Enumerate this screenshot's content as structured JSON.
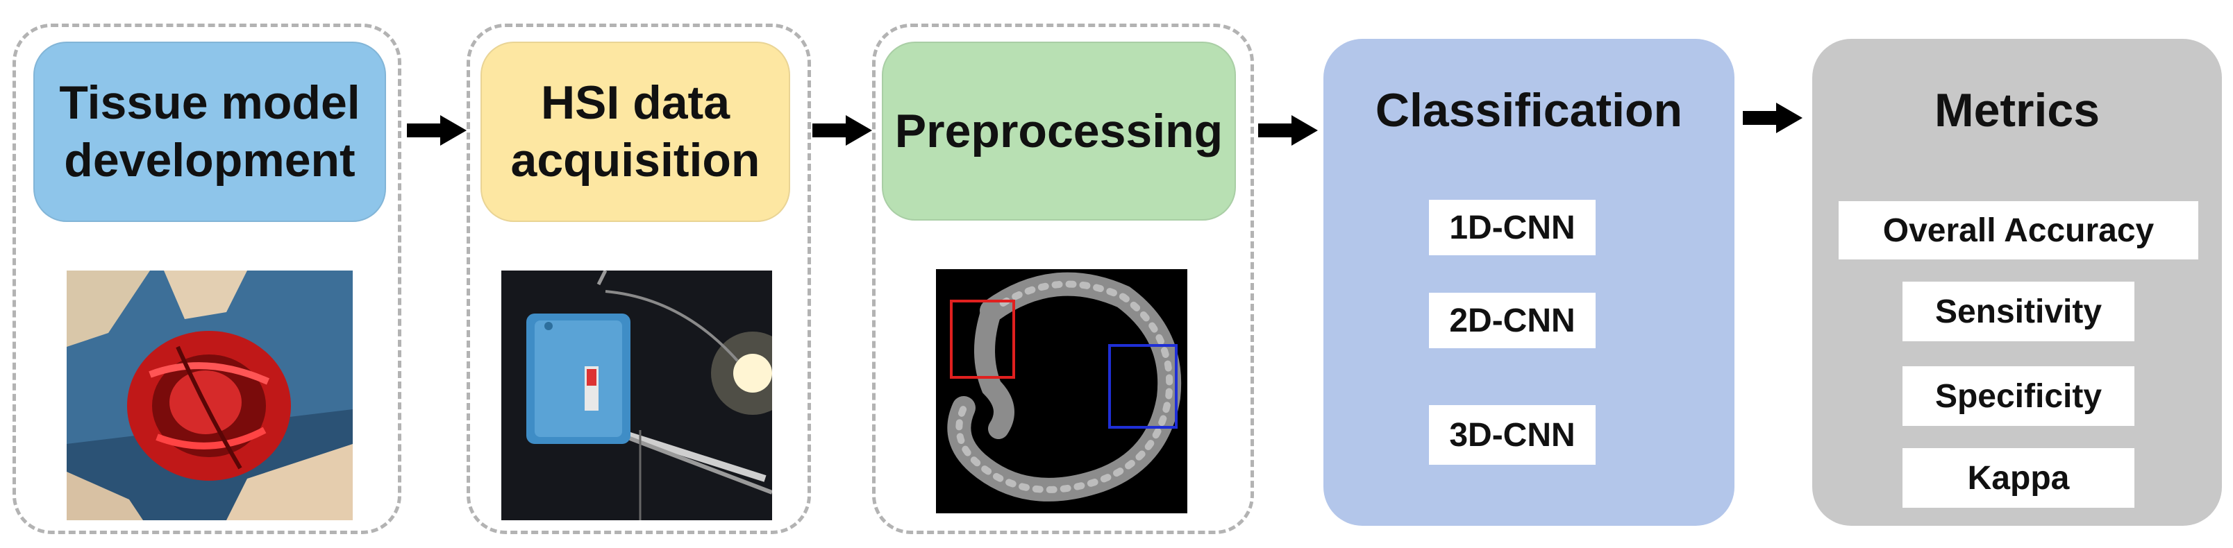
{
  "stages": [
    {
      "label": "Tissue model development",
      "color": "#8ec5ea"
    },
    {
      "label": "HSI data acquisition",
      "color": "#fde7a2"
    },
    {
      "label": "Preprocessing",
      "color": "#b8e0b3"
    }
  ],
  "classification": {
    "title": "Classification",
    "color": "#b3c6ea",
    "methods": [
      "1D-CNN",
      "2D-CNN",
      "3D-CNN"
    ]
  },
  "metrics": {
    "title": "Metrics",
    "color": "#c8c8c8",
    "items": [
      "Overall Accuracy",
      "Sensitivity",
      "Specificity",
      "Kappa"
    ]
  },
  "roi_colors": {
    "roi1": "#e0201f",
    "roi2": "#1f2fd6"
  }
}
